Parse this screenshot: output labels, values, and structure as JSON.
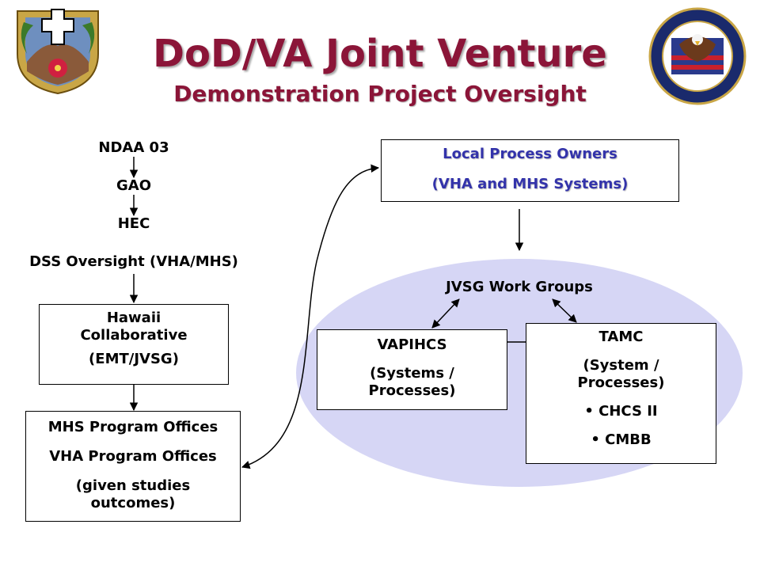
{
  "header": {
    "title": "DoD/VA Joint Venture",
    "subtitle": "Demonstration Project Oversight"
  },
  "left_chain": {
    "ndaa": "NDAA 03",
    "gao": "GAO",
    "hec": "HEC",
    "dss": "DSS Oversight (VHA/MHS)"
  },
  "hawaii_box": {
    "line1": "Hawaii",
    "line2": "Collaborative",
    "line3": "(EMT/JVSG)"
  },
  "program_box": {
    "line1": "MHS Program Offices",
    "line2": "VHA Program Offices",
    "line3": "(given studies",
    "line4": "outcomes)"
  },
  "process_owners": {
    "line1": "Local Process Owners",
    "line2": "(VHA and MHS Systems)"
  },
  "jvsg": {
    "label": "JVSG Work Groups"
  },
  "vapihcs_box": {
    "line1": "VAPIHCS",
    "line2": "(Systems /",
    "line3": "Processes)"
  },
  "tamc_box": {
    "line1": "TAMC",
    "line2": "(System /",
    "line3": "Processes)",
    "bullets": [
      "CHCS II",
      "CMBB"
    ]
  },
  "colors": {
    "title": "#8b1538",
    "owners_text": "#3333aa",
    "ellipse_fill": "#d6d6f5"
  },
  "icons": {
    "left_logo": "tripler-army-medical-center-crest-icon",
    "right_logo": "department-of-veterans-affairs-seal-icon"
  }
}
